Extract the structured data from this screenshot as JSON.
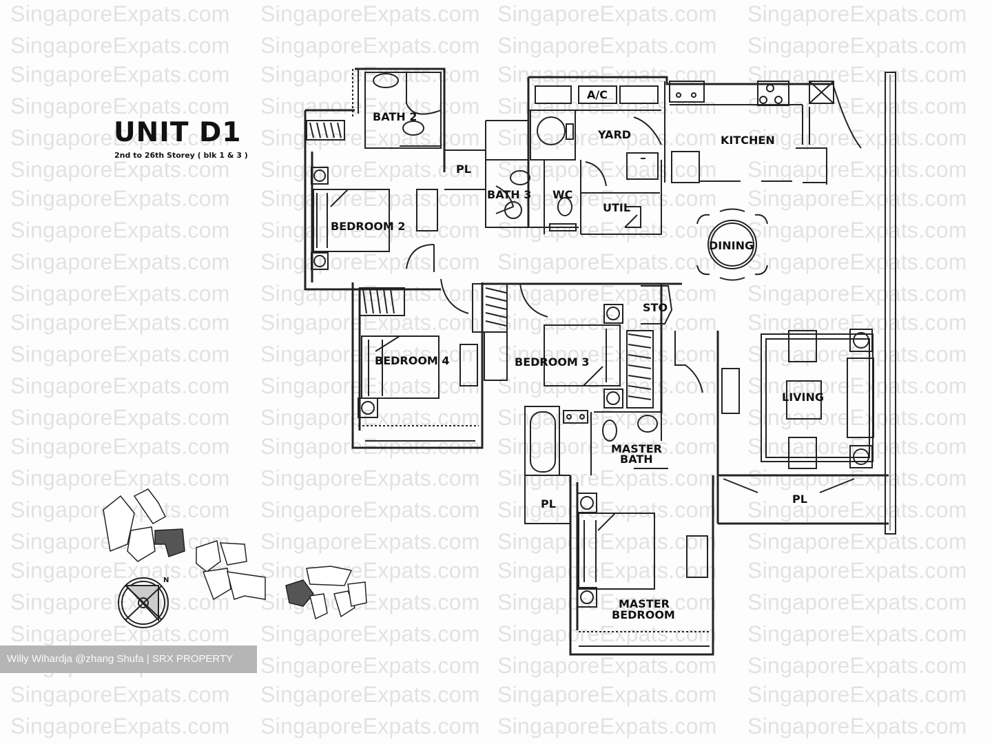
{
  "watermark": {
    "text": "SingaporeExpats.com",
    "color": "#e2e2e2",
    "columns_x": [
      15,
      378,
      722,
      1085
    ],
    "rows_y": [
      2,
      48,
      90,
      136,
      182,
      228,
      270,
      316,
      362,
      408,
      450,
      496,
      542,
      588,
      630,
      676,
      722,
      768,
      810,
      856,
      902,
      948,
      990,
      1036
    ]
  },
  "plan": {
    "title": "UNIT D1",
    "subtitle": "2nd to 26th Storey ( blk 1 & 3 )",
    "rooms": [
      {
        "id": "bath2",
        "label": "BATH 2"
      },
      {
        "id": "pl-top",
        "label": "PL"
      },
      {
        "id": "bedroom2",
        "label": "BEDROOM 2"
      },
      {
        "id": "ac",
        "label": "A/C"
      },
      {
        "id": "yard",
        "label": "YARD"
      },
      {
        "id": "kitchen",
        "label": "KITCHEN"
      },
      {
        "id": "bath3",
        "label": "BATH 3"
      },
      {
        "id": "wc",
        "label": "WC"
      },
      {
        "id": "util",
        "label": "UTIL"
      },
      {
        "id": "dining",
        "label": "DINING"
      },
      {
        "id": "bedroom4",
        "label": "BEDROOM 4"
      },
      {
        "id": "bedroom3",
        "label": "BEDROOM 3"
      },
      {
        "id": "sto",
        "label": "STO"
      },
      {
        "id": "living",
        "label": "LIVING"
      },
      {
        "id": "master-bath-1",
        "label": "MASTER"
      },
      {
        "id": "master-bath-2",
        "label": "BATH"
      },
      {
        "id": "pl-mid",
        "label": "PL"
      },
      {
        "id": "pl-right",
        "label": "PL"
      },
      {
        "id": "master-bedroom-1",
        "label": "MASTER"
      },
      {
        "id": "master-bedroom-2",
        "label": "BEDROOM"
      }
    ],
    "compass_label": "N"
  },
  "key_plan": {
    "highlight_color": "#555555",
    "outline_color": "#222222"
  },
  "credit": {
    "text": "Willy Wihardja @zhang Shufa | SRX PROPERTY",
    "background": "#b5b5b5",
    "color": "#fafafa"
  }
}
